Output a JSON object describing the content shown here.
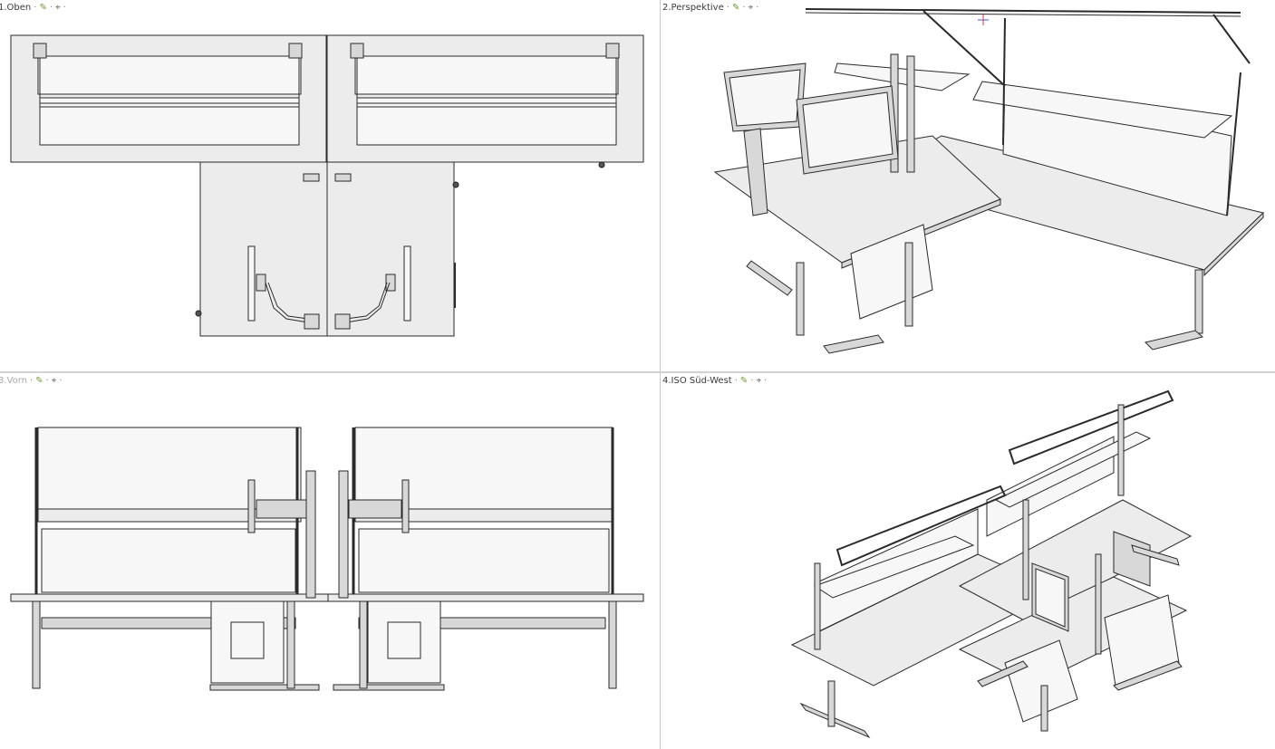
{
  "viewports": {
    "top": {
      "label": "1.Oben",
      "active": true
    },
    "perspective": {
      "label": "2.Perspektive",
      "active": true
    },
    "front": {
      "label": "3.Vorn",
      "active": false
    },
    "iso": {
      "label": "4.ISO Süd-West",
      "active": true
    }
  },
  "icons": {
    "maximize": "maximize-box-icon",
    "display_mode": "pen-icon",
    "snap": "crosshair-icon",
    "dropdown": "dropdown-dot-icon"
  },
  "glyphs": {
    "separator": "·",
    "pen": "✎",
    "cross": "⌖",
    "drop": "▾"
  },
  "colors": {
    "background": "#ffffff",
    "surface": "#ececec",
    "line": "#2a2a2a",
    "accent": "#6a9a2a"
  }
}
